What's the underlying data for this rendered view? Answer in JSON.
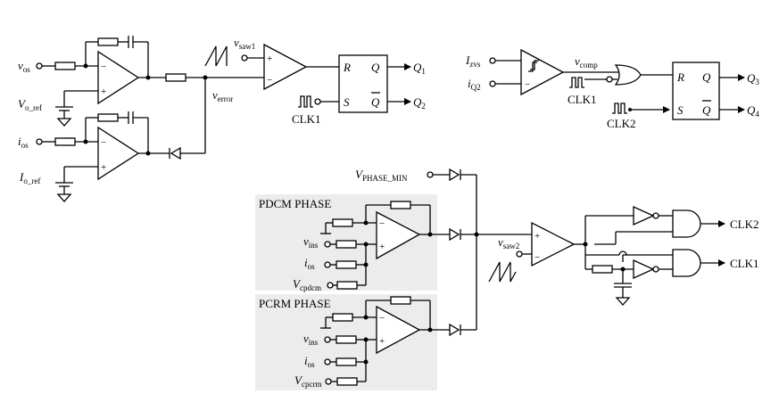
{
  "blocks": {
    "pdcm_phase": "PDCM PHASE",
    "pcrm_phase": "PCRM PHASE"
  },
  "signals": {
    "v_os": {
      "main": "v",
      "sub": "os"
    },
    "v_o_ref": {
      "main": "V",
      "sub": "o_ref"
    },
    "i_os": {
      "main": "i",
      "sub": "os"
    },
    "i_o_ref": {
      "main": "I",
      "sub": "o_ref"
    },
    "v_saw1": {
      "main": "v",
      "sub": "saw1"
    },
    "v_error": {
      "main": "v",
      "sub": "error"
    },
    "i_zvs": {
      "main": "I",
      "sub": "zvs"
    },
    "i_q2": {
      "main": "i",
      "sub": "Q2"
    },
    "v_comp": {
      "main": "v",
      "sub": "comp"
    },
    "v_phase_min": {
      "main": "V",
      "sub": "PHASE_MIN"
    },
    "v_ins_pdcm": {
      "main": "v",
      "sub": "ins"
    },
    "i_os_pdcm": {
      "main": "i",
      "sub": "os"
    },
    "v_cpdcm": {
      "main": "V",
      "sub": "cpdcm"
    },
    "v_ins_pcrm": {
      "main": "v",
      "sub": "ins"
    },
    "i_os_pcrm": {
      "main": "i",
      "sub": "os"
    },
    "v_cpcrm": {
      "main": "V",
      "sub": "cpcrm"
    },
    "v_saw2": {
      "main": "v",
      "sub": "saw2"
    }
  },
  "clocks": {
    "clk1_a": "CLK1",
    "clk1_b": "CLK1",
    "clk2": "CLK2"
  },
  "latch_pins": {
    "r": "R",
    "s": "S",
    "q": "Q",
    "qbar": "Q"
  },
  "outputs": {
    "q1": {
      "main": "Q",
      "sub": "1"
    },
    "q2": {
      "main": "Q",
      "sub": "2"
    },
    "q3": {
      "main": "Q",
      "sub": "3"
    },
    "q4": {
      "main": "Q",
      "sub": "4"
    },
    "clk2_out": "CLK2",
    "clk1_out": "CLK1"
  },
  "opamp_signs": {
    "minus": "−",
    "plus": "+"
  }
}
